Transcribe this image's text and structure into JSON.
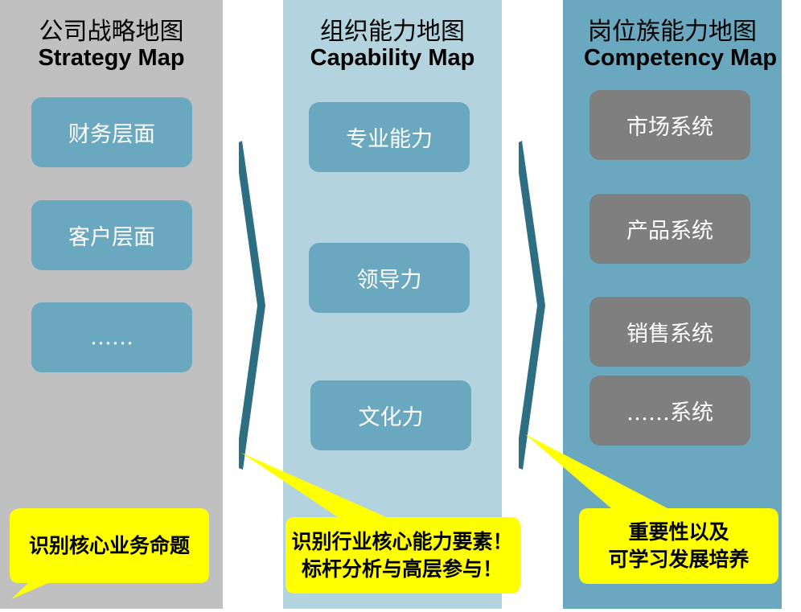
{
  "columns": [
    {
      "title_zh": "公司战略地图",
      "title_en": "Strategy Map",
      "items": [
        "财务层面",
        "客户层面",
        "……"
      ],
      "callout": [
        "识别核心业务命题"
      ]
    },
    {
      "title_zh": "组织能力地图",
      "title_en": "Capability Map",
      "items": [
        "专业能力",
        "领导力",
        "文化力"
      ],
      "callout": [
        "识别行业核心能力要素！",
        "标杆分析与高层参与！"
      ]
    },
    {
      "title_zh": "岗位族能力地图",
      "title_en": "Competency Map",
      "items": [
        "市场系统",
        "产品系统",
        "销售系统",
        "……系统"
      ],
      "callout": [
        "重要性以及",
        "可学习发展培养"
      ]
    }
  ],
  "colors": {
    "gray_col": "#c0c0c0",
    "light_blue_col": "#b3d3df",
    "blue_col": "#6aa8bf",
    "box_gray": "#7f7f7f",
    "chevron": "#2e6e82",
    "callout": "#ffff00"
  }
}
